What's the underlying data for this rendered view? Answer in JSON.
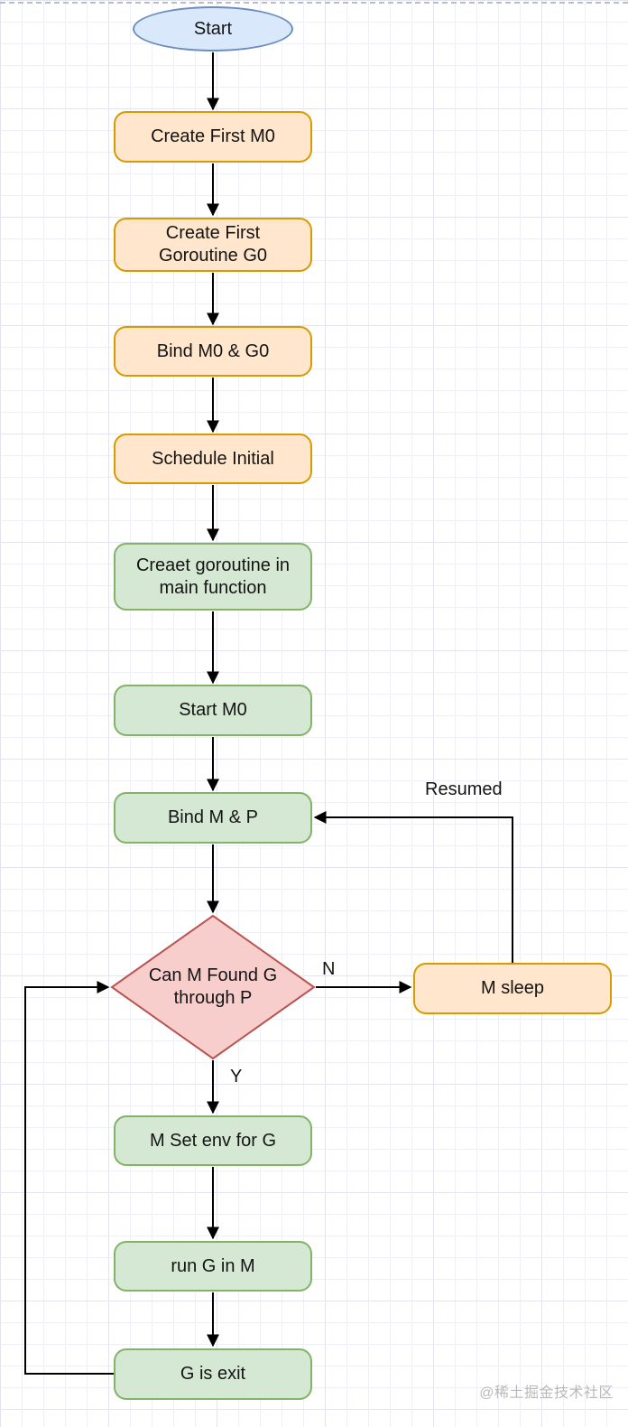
{
  "diagram": {
    "nodes": {
      "start": {
        "label": "Start",
        "shape": "ellipse",
        "fill": "#dae8fc"
      },
      "create_m0": {
        "label": "Create First M0",
        "shape": "rounded-rect",
        "fill": "#ffe6cc"
      },
      "create_g0": {
        "label": "Create First Goroutine G0",
        "shape": "rounded-rect",
        "fill": "#ffe6cc"
      },
      "bind_m0_g0": {
        "label": "Bind M0 & G0",
        "shape": "rounded-rect",
        "fill": "#ffe6cc"
      },
      "schedule_initial": {
        "label": "Schedule Initial",
        "shape": "rounded-rect",
        "fill": "#ffe6cc"
      },
      "create_goroutine_main": {
        "label": "Creaet goroutine in main function",
        "shape": "rounded-rect",
        "fill": "#d5e8d4"
      },
      "start_m0": {
        "label": "Start M0",
        "shape": "rounded-rect",
        "fill": "#d5e8d4"
      },
      "bind_m_p": {
        "label": "Bind M & P",
        "shape": "rounded-rect",
        "fill": "#d5e8d4"
      },
      "can_m_find_g": {
        "label": "Can M Found G through P",
        "shape": "diamond",
        "fill": "#f8cecc"
      },
      "m_sleep": {
        "label": "M sleep",
        "shape": "rounded-rect",
        "fill": "#ffe6cc"
      },
      "m_set_env": {
        "label": "M Set env for G",
        "shape": "rounded-rect",
        "fill": "#d5e8d4"
      },
      "run_g_in_m": {
        "label": "run G in M",
        "shape": "rounded-rect",
        "fill": "#d5e8d4"
      },
      "g_is_exit": {
        "label": "G is exit",
        "shape": "rounded-rect",
        "fill": "#d5e8d4"
      }
    },
    "edge_labels": {
      "no": "N",
      "yes": "Y",
      "resumed": "Resumed"
    }
  },
  "watermark": "@稀土掘金技术社区",
  "colors": {
    "blue_fill": "#dae8fc",
    "blue_stroke": "#6c8ebf",
    "orange_fill": "#ffe6cc",
    "orange_stroke": "#d79b00",
    "green_fill": "#d5e8d4",
    "green_stroke": "#82b366",
    "red_fill": "#f8cecc",
    "red_stroke": "#b85450",
    "edge_color": "#000000"
  }
}
